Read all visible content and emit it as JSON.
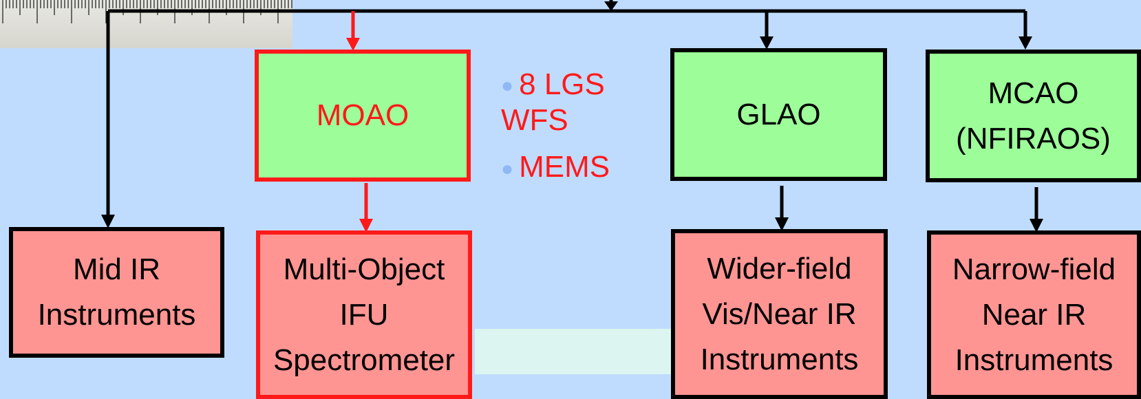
{
  "nodes": {
    "moao": {
      "label": "MOAO"
    },
    "glao": {
      "label": "GLAO"
    },
    "mcao": {
      "lines": [
        "MCAO",
        "(NFIRAOS)"
      ]
    },
    "mid_ir": {
      "lines": [
        "Mid IR",
        "Instruments"
      ]
    },
    "multi_object": {
      "lines": [
        "Multi-Object",
        "IFU",
        "Spectrometer"
      ]
    },
    "wider_field": {
      "lines": [
        "Wider-field",
        "Vis/Near IR",
        "Instruments"
      ]
    },
    "narrow_field": {
      "lines": [
        "Narrow-field",
        "Near IR",
        "Instruments"
      ]
    }
  },
  "moao_notes": {
    "items": [
      "8 LGS WFS",
      "MEMS"
    ]
  },
  "colors": {
    "background": "#bfdcff",
    "ao_box": "#9cfd99",
    "instrument_box": "#ff9593",
    "highlight": "#ff1a1a",
    "connector": "#000000"
  }
}
